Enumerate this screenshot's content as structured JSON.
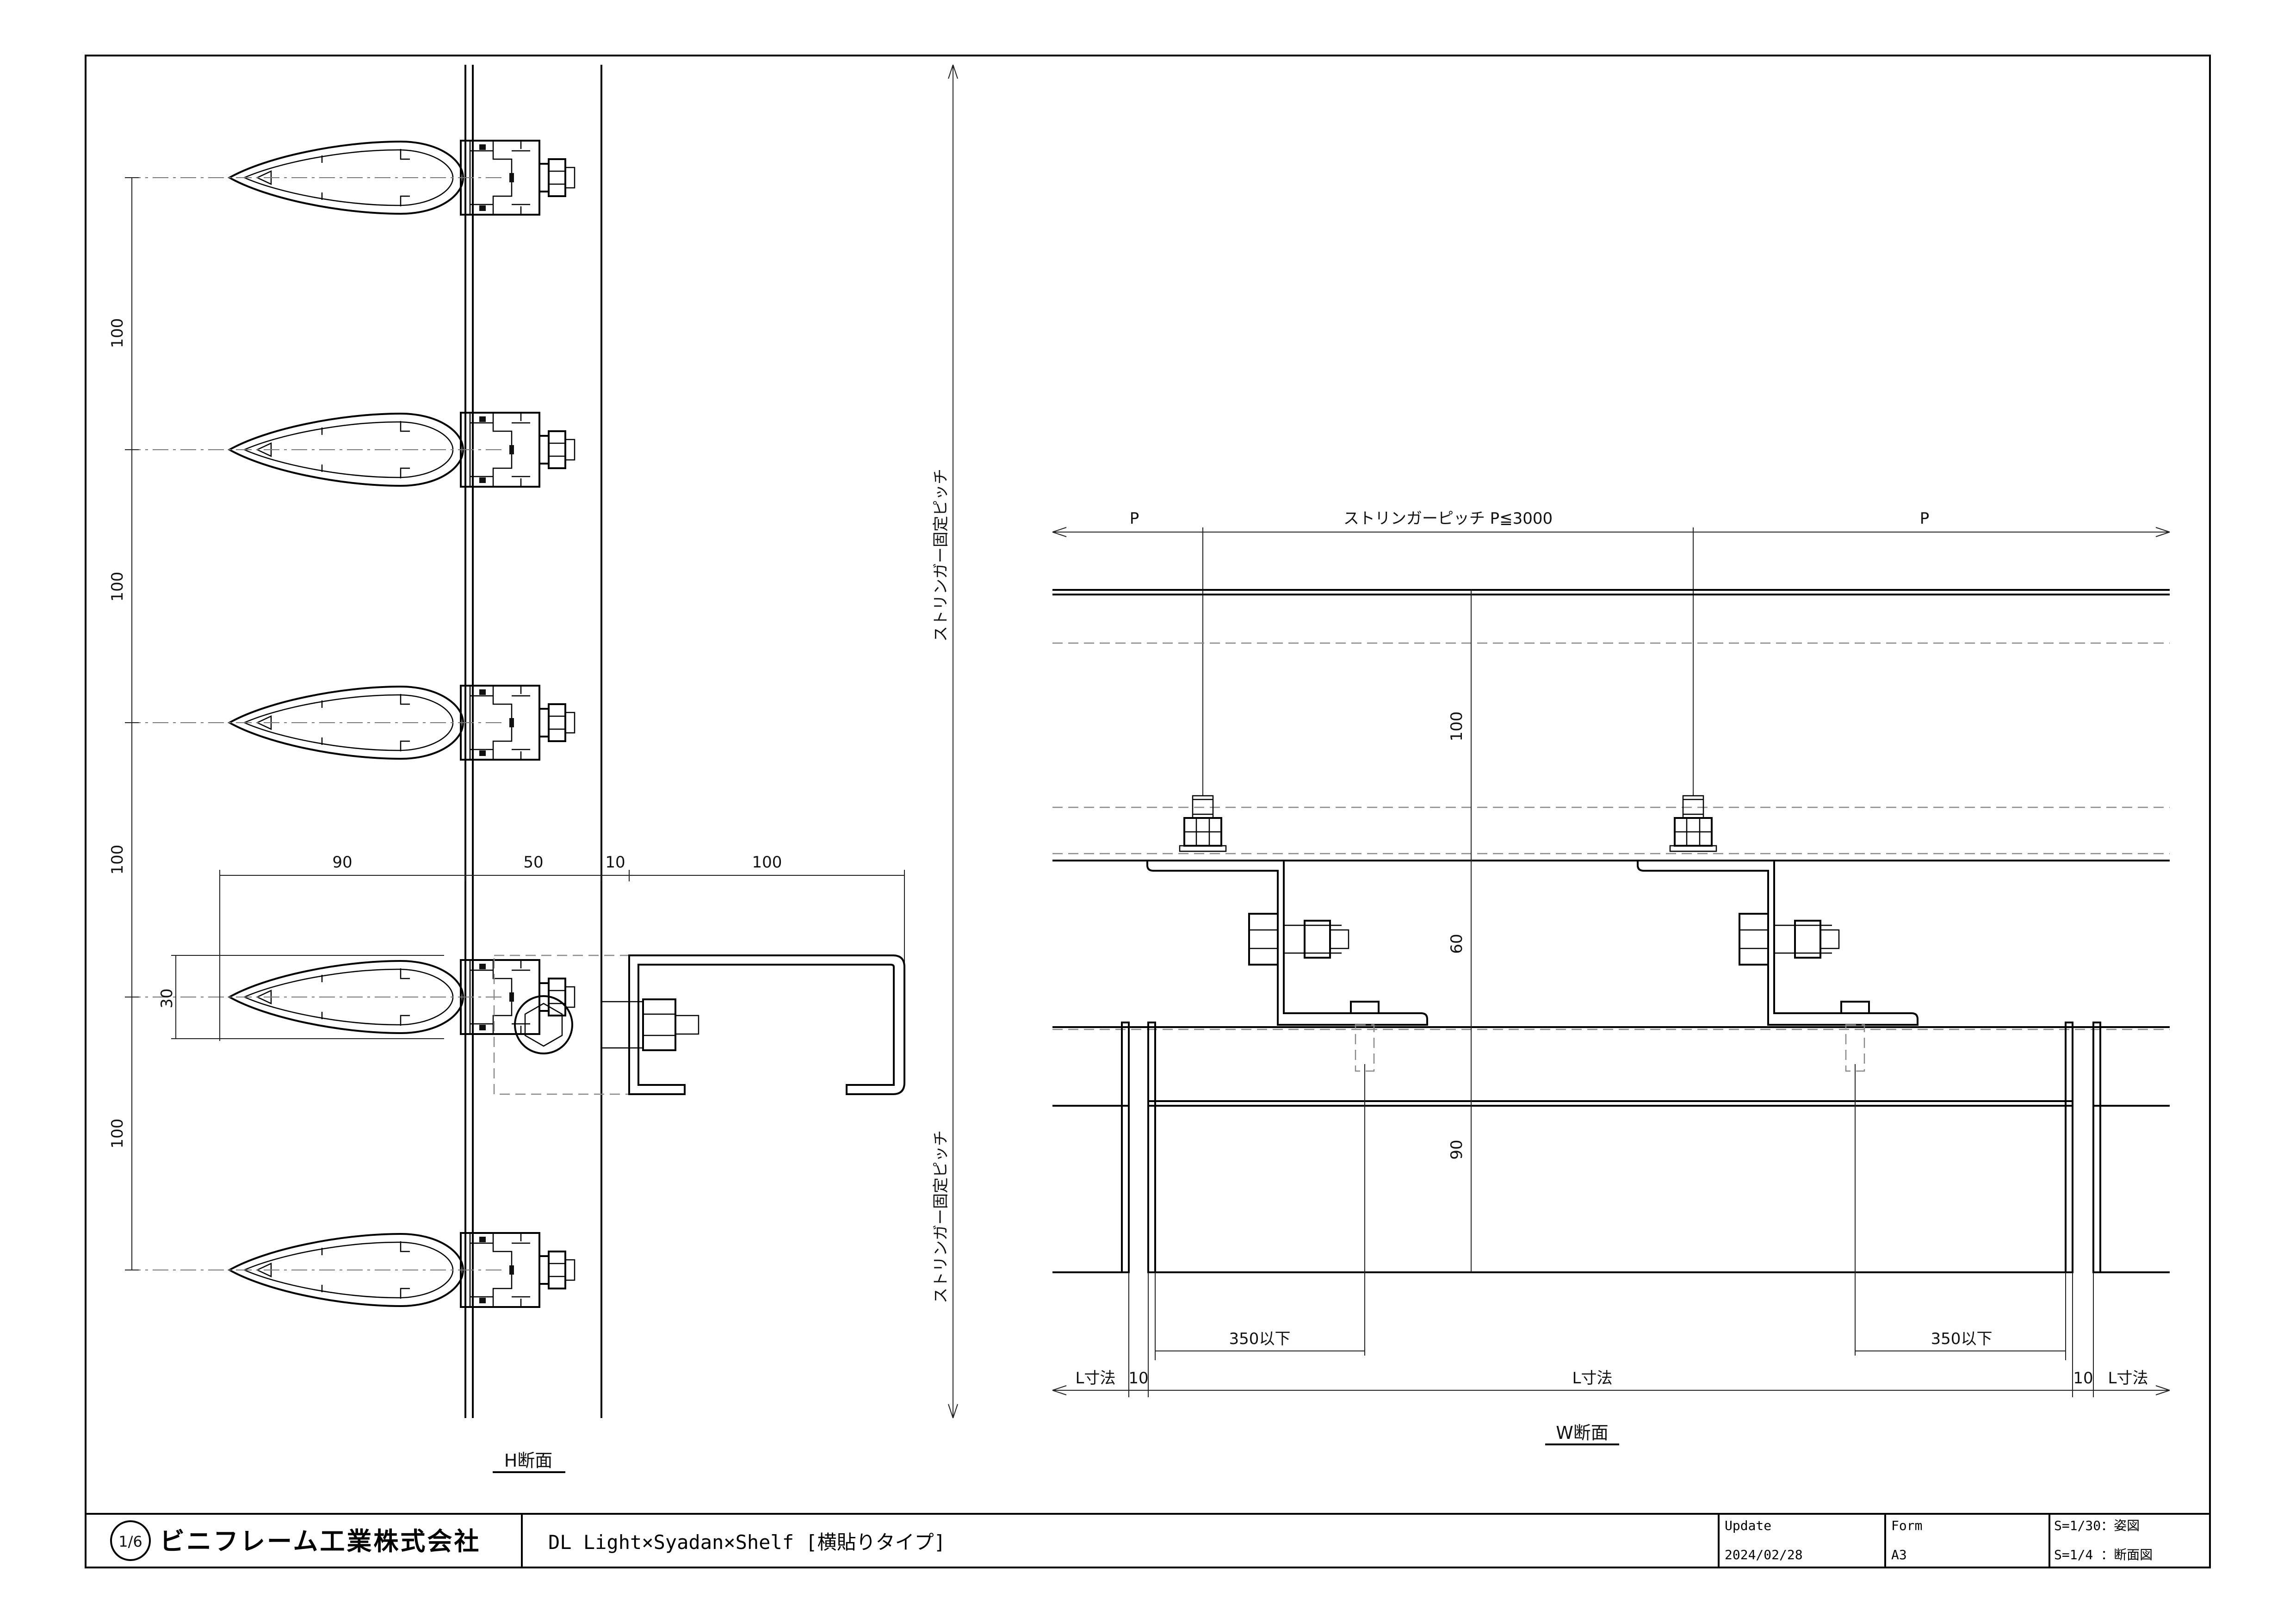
{
  "drawing": {
    "h_section": {
      "title": "H断面",
      "dims_vertical": [
        "100",
        "100",
        "100",
        "100"
      ],
      "dim_30": "30",
      "dims_horizontal": [
        "90",
        "50",
        "10",
        "100"
      ],
      "side_label_top": "ストリンガー固定ピッチ",
      "side_label_bottom": "ストリンガー固定ピッチ"
    },
    "w_section": {
      "title": "W断面",
      "pitch_left": "P",
      "pitch_center": "ストリンガーピッチ P≦3000",
      "pitch_right": "P",
      "dim_100": "100",
      "dim_60": "60",
      "dim_90": "90",
      "dim_350_left": "350以下",
      "dim_350_right": "350以下",
      "l_left": "L寸法",
      "ten_left": "10",
      "l_center": "L寸法",
      "ten_right": "10",
      "l_right": "L寸法"
    }
  },
  "title_block": {
    "company": "ビニフレーム工業株式会社",
    "logo_glyph": "1/6",
    "product": "DL Light×Syadan×Shelf [横貼りタイプ]",
    "update_label": "Update",
    "update_value": "2024/02/28",
    "form_label": "Form",
    "form_value": "A3",
    "scale_1": "S=1/30：姿図",
    "scale_2": "S=1/4 ：断面図"
  }
}
